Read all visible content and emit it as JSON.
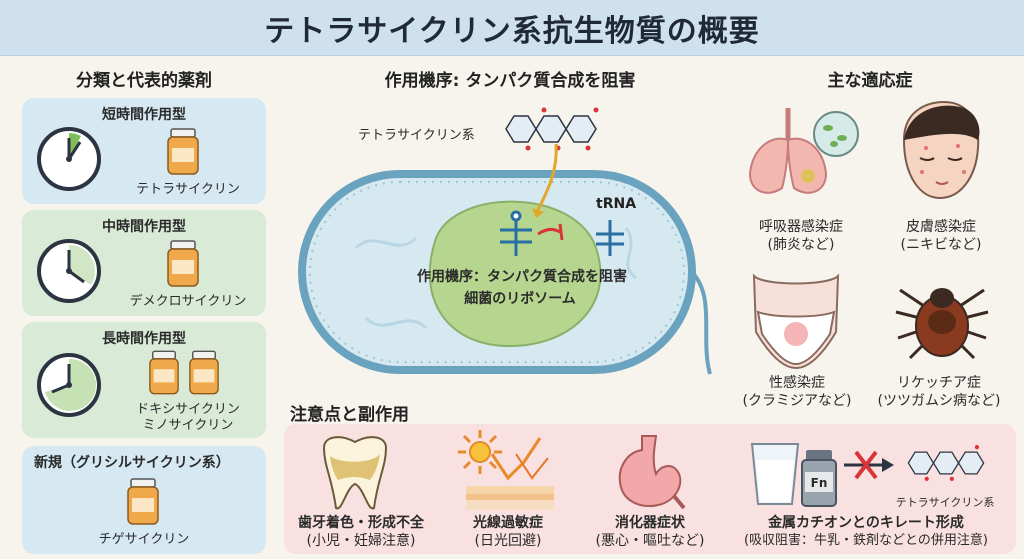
{
  "title": "テトラサイクリン系抗生物質の概要",
  "classification": {
    "heading": "分類と代表的薬剤",
    "groups": [
      {
        "type": "短時間作用型",
        "drugs": [
          "テトラサイクリン"
        ]
      },
      {
        "type": "中時間作用型",
        "drugs": [
          "デメクロサイクリン"
        ]
      },
      {
        "type": "長時間作用型",
        "drugs": [
          "ドキシサイクリン",
          "ミノサイクリン"
        ]
      },
      {
        "type": "新規（グリシルサイクリン系）",
        "drugs": [
          "チゲサイクリン"
        ]
      }
    ]
  },
  "mechanism": {
    "heading": "作用機序: タンパク質合成を阻害",
    "molecule_label": "テトラサイクリン系",
    "trna_label": "tRNA",
    "ribosome_line1": "作用機序：タンパク質合成を阻害",
    "ribosome_line2": "細菌のリボソーム"
  },
  "indications": {
    "heading": "主な適応症",
    "items": [
      {
        "name": "呼吸器感染症",
        "detail": "(肺炎など)"
      },
      {
        "name": "皮膚感染症",
        "detail": "(ニキビなど)"
      },
      {
        "name": "性感染症",
        "detail": "(クラミジアなど)"
      },
      {
        "name": "リケッチア症",
        "detail": "(ツツガムシ病など)"
      }
    ]
  },
  "cautions": {
    "heading": "注意点と副作用",
    "items": [
      {
        "name": "歯牙着色・形成不全",
        "detail": "(小児・妊婦注意)"
      },
      {
        "name": "光線過敏症",
        "detail": "(日光回避)"
      },
      {
        "name": "消化器症状",
        "detail": "(悪心・嘔吐など)"
      },
      {
        "name": "金属カチオンとのキレート形成",
        "detail": "(吸収阻害：牛乳・鉄剤などとの併用注意)"
      }
    ],
    "fe_label": "Fn",
    "chelate_molecule_label": "テトラサイクリン系"
  },
  "colors": {
    "title_bg": "#cfe1ef",
    "card_blue": "#d6e8f2",
    "card_green": "#d9ead7",
    "caution_bg": "#f8e1e0",
    "cell_membrane": "#6aa3bf",
    "ribosome": "#b6d68f",
    "inhibit_red": "#d9343a",
    "icons": [
      "clock-icon",
      "medicine-bottle-icon",
      "lungs-icon",
      "face-acne-icon",
      "pelvis-icon",
      "tick-icon",
      "tooth-icon",
      "sun-icon",
      "stomach-icon",
      "milk-glass-icon"
    ]
  }
}
